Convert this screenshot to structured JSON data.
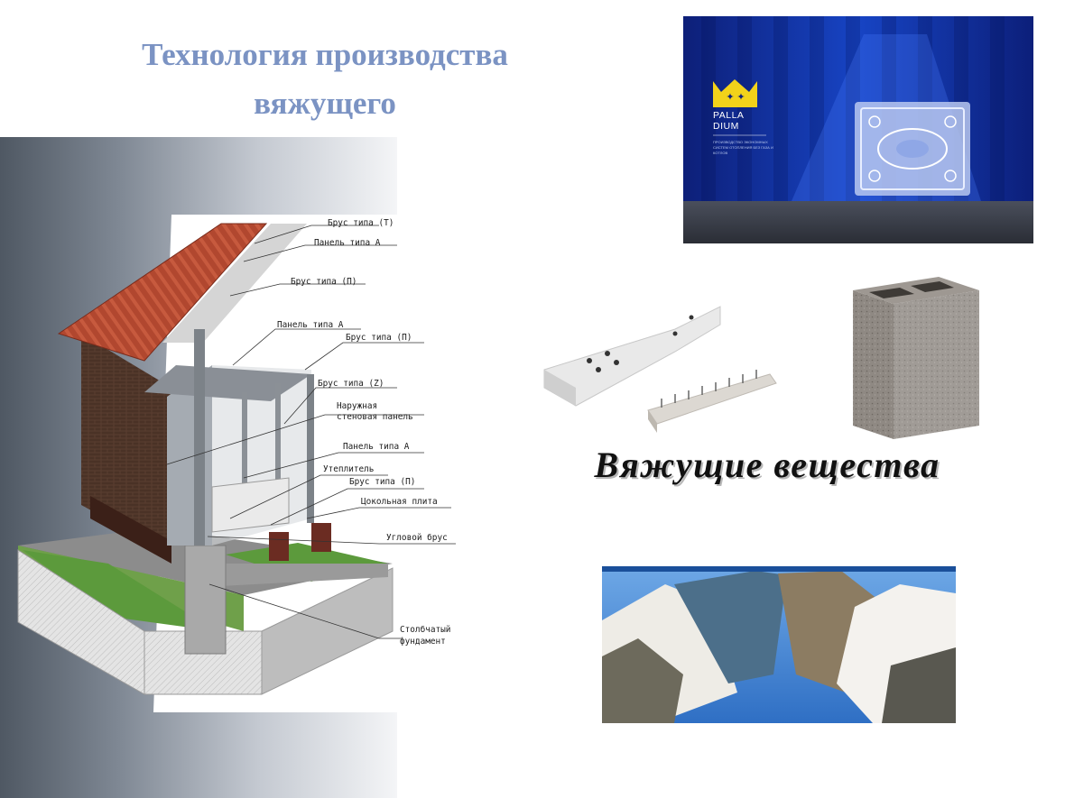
{
  "slide": {
    "title_line1": "Технология производства",
    "title_line2": "вяжущего",
    "caption": "Вяжущие вещества"
  },
  "diagram": {
    "labels": {
      "brus_t": "Брус типа (Т)",
      "panel_a_top": "Панель типа А",
      "brus_p_top": "Брус типа (П)",
      "panel_a_mid": "Панель типа А",
      "brus_p_mid": "Брус типа (П)",
      "brus_z": "Брус типа (Z)",
      "wall_panel_1": "Наружная",
      "wall_panel_2": "стеновая панель",
      "panel_a_low": "Панель типа А",
      "insulation": "Утеплитель",
      "brus_p_low": "Брус типа (П)",
      "plinth": "Цокольная плита",
      "corner": "Угловой брус",
      "foundation_1": "Столбчатый",
      "foundation_2": "фундамент"
    }
  },
  "palladium": {
    "brand_line1": "PALLA",
    "brand_line2": "DIUM",
    "tagline_1": "ПРОИЗВОДСТВО ЭКОНОМНЫХ",
    "tagline_2": "СИСТЕМ ОТОПЛЕНИЯ БЕЗ ГАЗА И",
    "tagline_3": "КОТЛОВ",
    "colors": {
      "bg": "#0f2a8c",
      "crown": "#f2d21a"
    }
  },
  "colors": {
    "title": "#7b93c3",
    "caption": "#111111"
  }
}
